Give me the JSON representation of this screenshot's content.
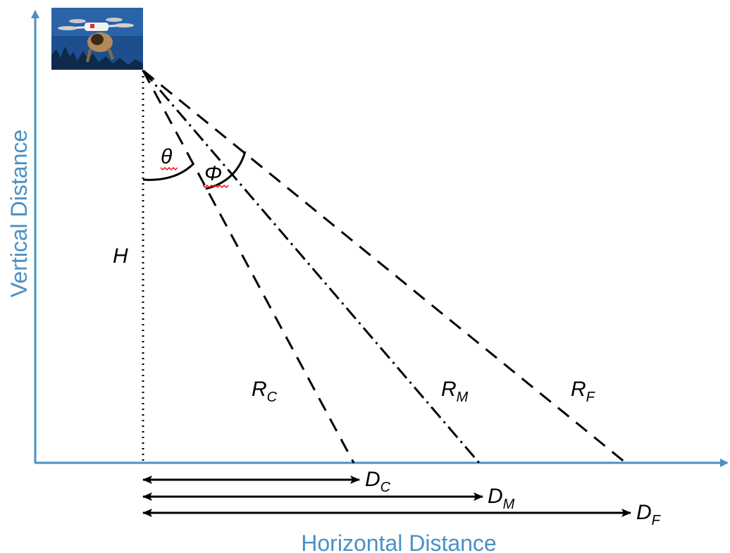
{
  "axes": {
    "x_title": "Horizontal Distance",
    "y_title": "Vertical Distance",
    "color": "#4a90c4"
  },
  "symbols": {
    "theta": "θ",
    "phi": "Φ",
    "height": "H"
  },
  "rays": {
    "close": {
      "base": "R",
      "sub": "C"
    },
    "middle": {
      "base": "R",
      "sub": "M"
    },
    "far": {
      "base": "R",
      "sub": "F"
    }
  },
  "distances": {
    "close": {
      "base": "D",
      "sub": "C"
    },
    "middle": {
      "base": "D",
      "sub": "M"
    },
    "far": {
      "base": "D",
      "sub": "F"
    }
  },
  "drone_image": {
    "icon": "drone-photo",
    "sky_color": "#1d4f8f"
  }
}
